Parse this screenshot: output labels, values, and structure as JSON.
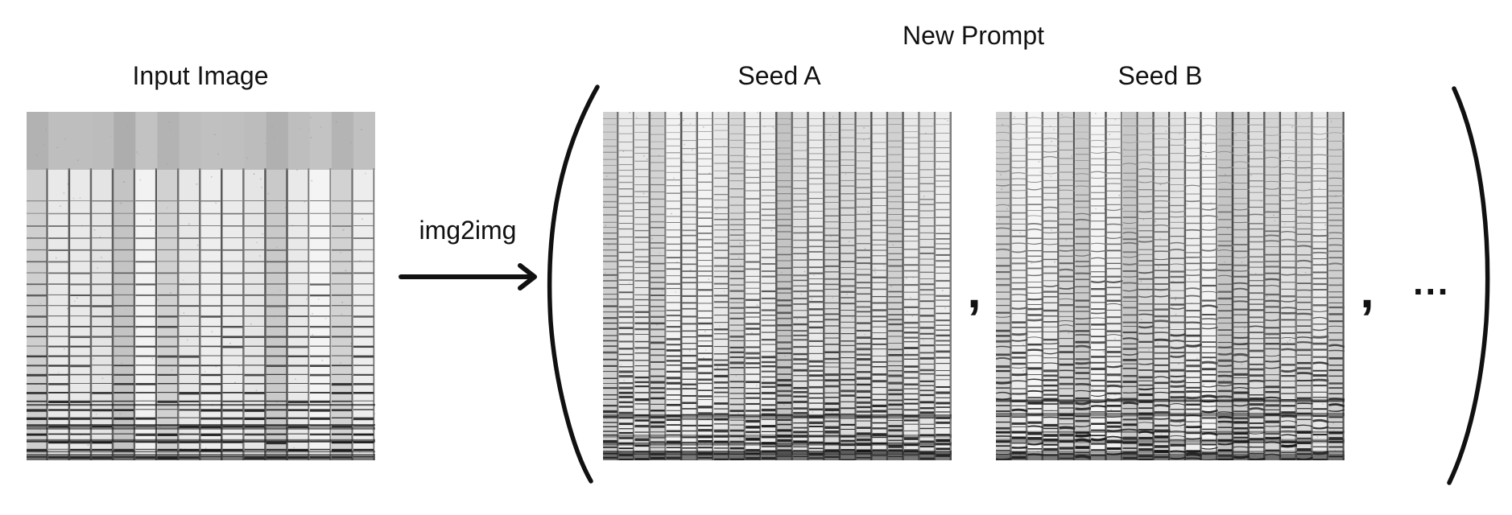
{
  "diagram": {
    "input_title": "Input Image",
    "operation_label": "img2img",
    "group_title": "New Prompt",
    "outputs": [
      {
        "title": "Seed A"
      },
      {
        "title": "Seed B"
      }
    ],
    "separator": ",",
    "continuation": "···"
  },
  "colors": {
    "ink": "#111111"
  }
}
